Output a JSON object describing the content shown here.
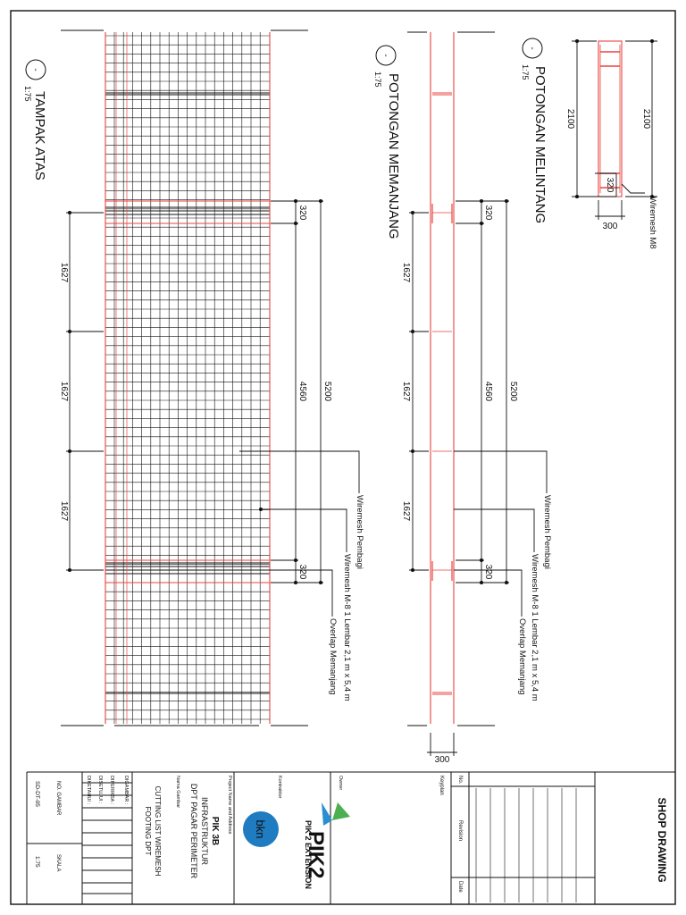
{
  "titles": {
    "tampak_atas": "TAMPAK ATAS",
    "potongan_memanjang": "POTONGAN MEMANJANG",
    "potongan_melintang": "POTONGAN MELINTANG",
    "scale": "1:75",
    "marker": "-"
  },
  "dims": {
    "d320": "320",
    "d1627": "1627",
    "d4560": "4560",
    "d5200": "5200",
    "d2100": "2100",
    "d300": "300"
  },
  "labels": {
    "wiremesh_pembagi": "Wiremesh Pembagi",
    "wiremesh_m8_sheet": "Wiremesh M-8 1 Lembar 2,1 m x 5,4 m",
    "overlap_memanjang": "Overlap Memanjang",
    "wiremesh_m8": "Wiremesh M8"
  },
  "title_block": {
    "heading": "SHOP DRAWING",
    "rev_no": "No.",
    "revision": "Revision",
    "date": "Date",
    "keyplan": "Keyplan",
    "owner": "Owner",
    "owner_name": "PIK 2 EXTENSION",
    "logo_text": "PIK2",
    "contractor": "Kontraktor",
    "project_label": "Project Name and Address",
    "project_line1": "PIK 3B",
    "project_line2": "INFRASTRUKTUR",
    "project_line3": "DPT PAGAR PERIMETER",
    "drawing_label": "Nama Gambar",
    "drawing_line1": "CUTTING LIST WIREMESH",
    "drawing_line2": "FOOTING DPT",
    "digambar": "DIGAMBAR :",
    "diperiksa": "DIPERIKSA :",
    "disetujui_1": "DISETUJUI :",
    "diketahui": "DIKETAHUI :",
    "no_gambar": "NO. GAMBAR",
    "skala": "SKALA",
    "drawing_no": "SD-DT-05",
    "scale_value": "1:75",
    "contractor_logo": "bkn"
  },
  "colors": {
    "red": "#e8433f",
    "line": "#111111"
  }
}
